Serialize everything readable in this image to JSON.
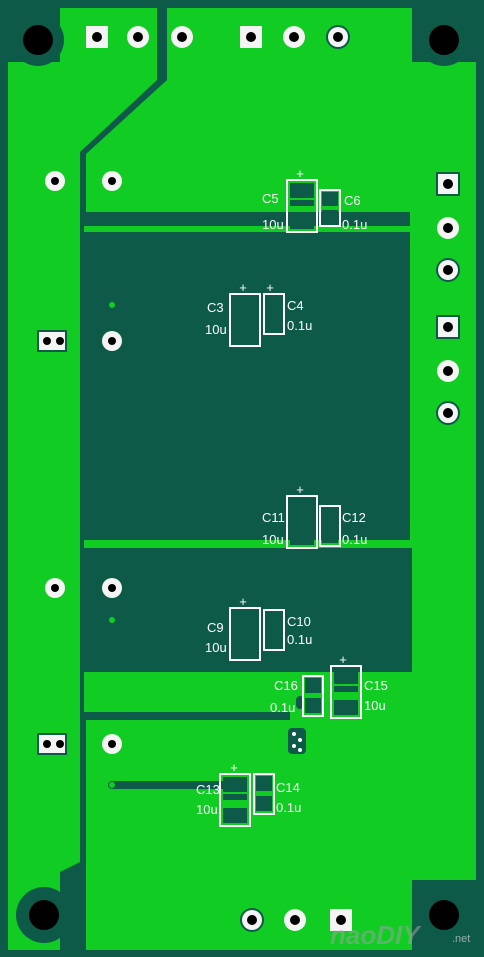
{
  "colors": {
    "board_green": "#11cc22",
    "board_dark": "#0e5a48",
    "silk": "#ffffff",
    "pad": "#f4f4f4"
  },
  "labels": {
    "c5": "C5",
    "c6": "C6",
    "c5_val": "10u",
    "c6_val": "0.1u",
    "c3": "C3",
    "c4": "C4",
    "c3_val": "10u",
    "c4_val": "0.1u",
    "c11": "C11",
    "c12": "C12",
    "c11_val": "10u",
    "c12_val": "0.1u",
    "c9": "C9",
    "c10": "C10",
    "c9_val": "10u",
    "c10_val": "0.1u",
    "c15": "C15",
    "c16": "C16",
    "c15_val": "10u",
    "c16_val": "0.1u",
    "c13": "C13",
    "c14": "C14",
    "c13_val": "10u",
    "c14_val": "0.1u",
    "plus": "+",
    "watermark": "naoDIY",
    "watermark_suffix": ".net"
  }
}
